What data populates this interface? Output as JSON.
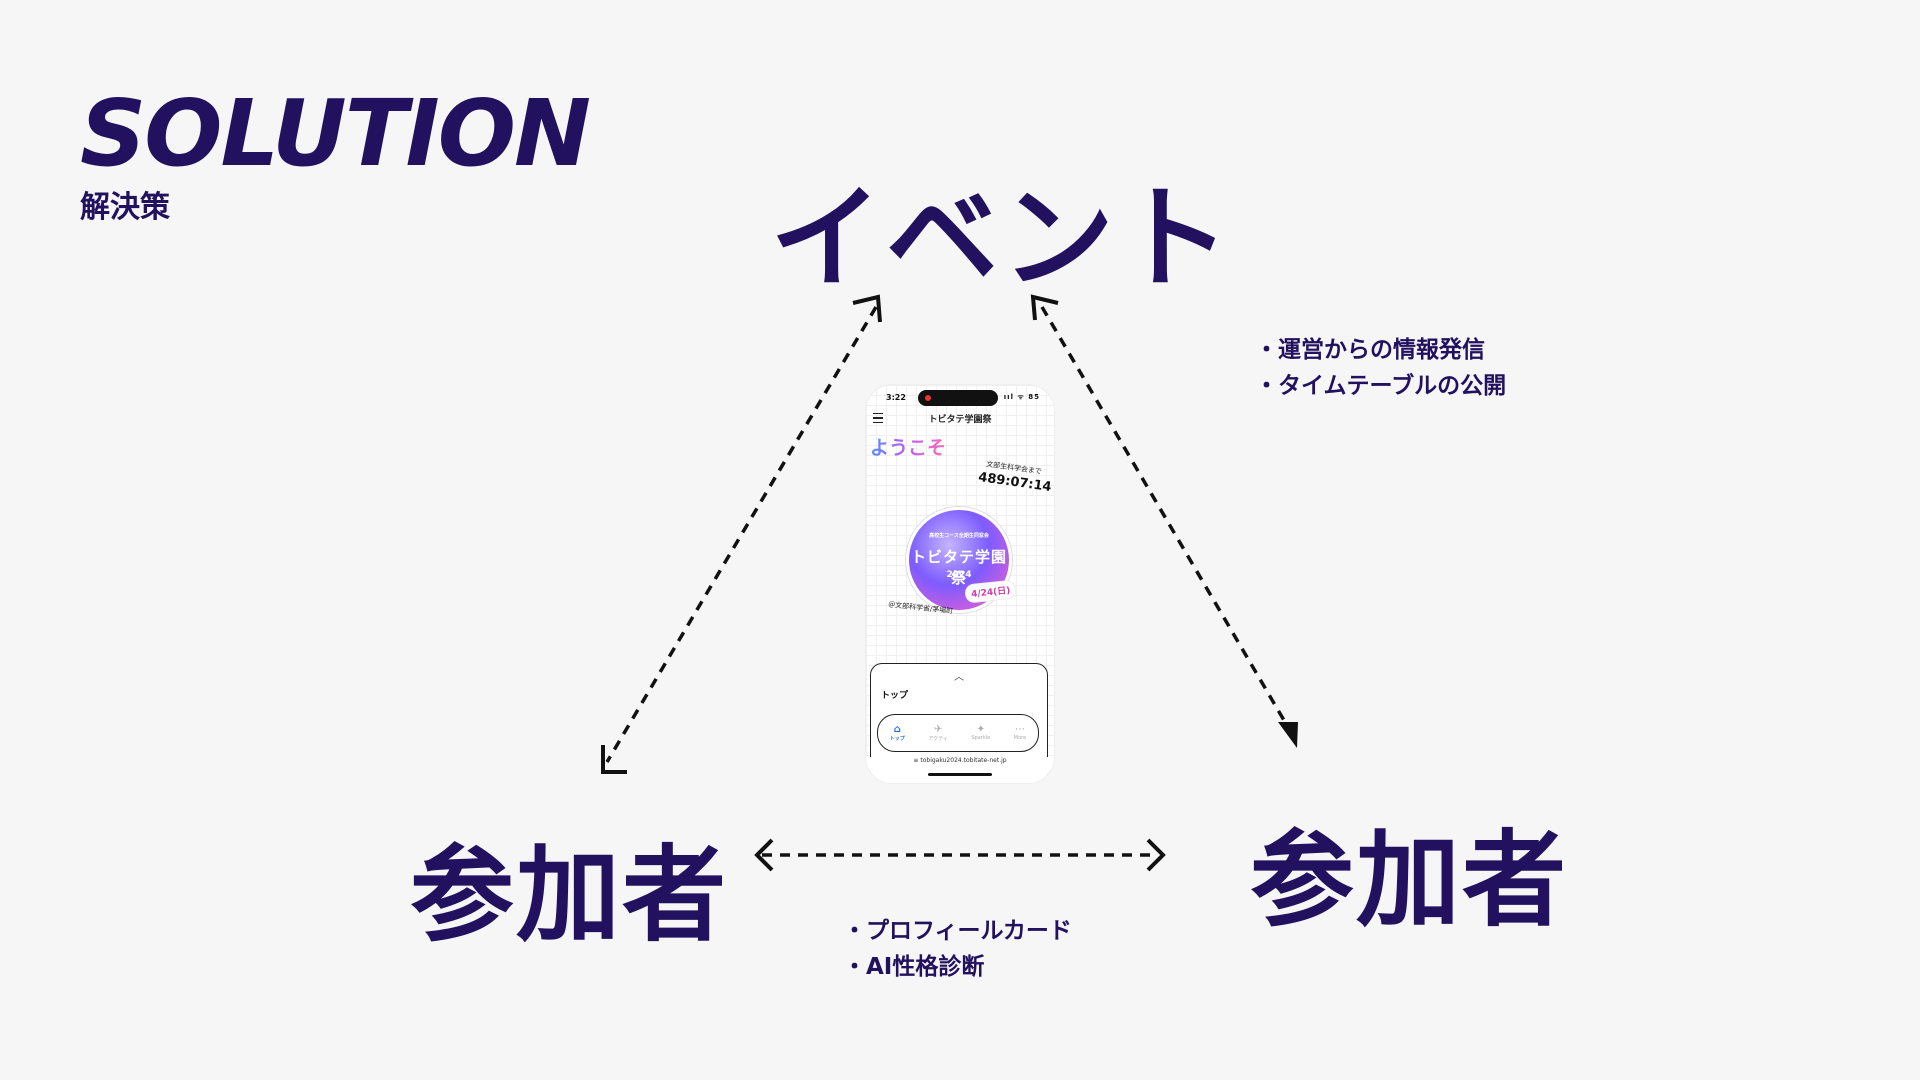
{
  "header": {
    "title": "SOLUTION",
    "subtitle": "解決策"
  },
  "diagram": {
    "top_node": "イベント",
    "left_node": "参加者",
    "right_node": "参加者",
    "event_features": [
      "運営からの情報発信",
      "タイムテーブルの公開"
    ],
    "participant_features": [
      "プロフィールカード",
      "AI性格診断"
    ]
  },
  "phone": {
    "time": "3:22",
    "status_icons": "ııl ᯤ 85",
    "app_logo": "トビタテ学園祭",
    "welcome": "ようこそ",
    "countdown_label": "文部生科学会まで",
    "countdown_value": "489:07:14",
    "poster_subtitle": "高校生コース全期生同窓会",
    "poster_title": "トビタテ学園祭",
    "poster_year": "2024",
    "poster_date": "4/24(日)",
    "sponsor": "＠文部科学省/茅場町",
    "drawer_title": "トップ",
    "tabs": [
      {
        "label": "トップ",
        "icon": "home-icon",
        "glyph": "⌂"
      },
      {
        "label": "アクティ",
        "icon": "rocket-icon",
        "glyph": "✈"
      },
      {
        "label": "Sparkle",
        "icon": "sparkle-icon",
        "glyph": "✦"
      },
      {
        "label": "More",
        "icon": "more-icon",
        "glyph": "⋯"
      }
    ],
    "url": "≡ tobigaku2024.tobitate-net.jp"
  },
  "colors": {
    "brand": "#22115e",
    "background": "#f6f6f6"
  }
}
